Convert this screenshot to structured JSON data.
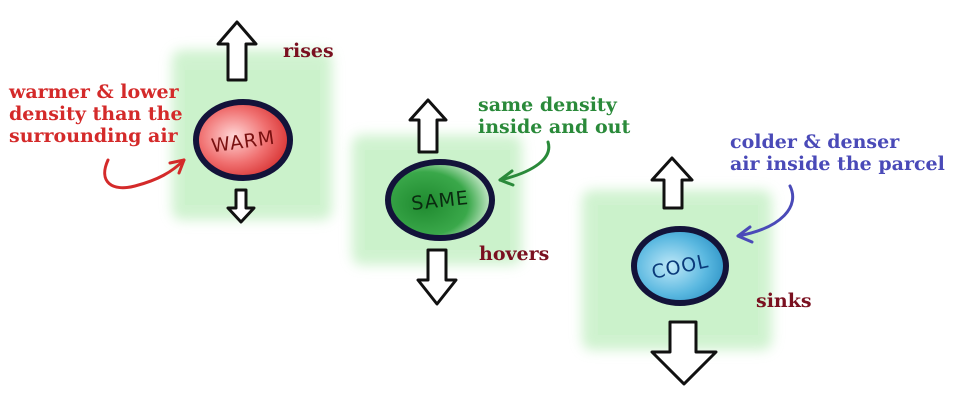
{
  "parcels": {
    "warm": {
      "label": "WARM",
      "motion": "rises",
      "description_lines": [
        "warmer & lower",
        "density than the",
        "surrounding air"
      ]
    },
    "same": {
      "label": "SAME",
      "motion": "hovers",
      "description_lines": [
        "same density",
        "inside and out"
      ]
    },
    "cool": {
      "label": "COOL",
      "motion": "sinks",
      "description_lines": [
        "colder & denser",
        "air inside the parcel"
      ]
    }
  },
  "colors": {
    "warm_fill": "#e23a3a",
    "same_fill": "#2f9a3f",
    "cool_fill": "#3aa6d4",
    "outline": "#13133a",
    "halo_green": "#8fe08f",
    "text_red": "#d42a2a",
    "text_green": "#2a8a3a",
    "text_blue": "#4a4ab8",
    "text_maroon": "#7a1020"
  }
}
